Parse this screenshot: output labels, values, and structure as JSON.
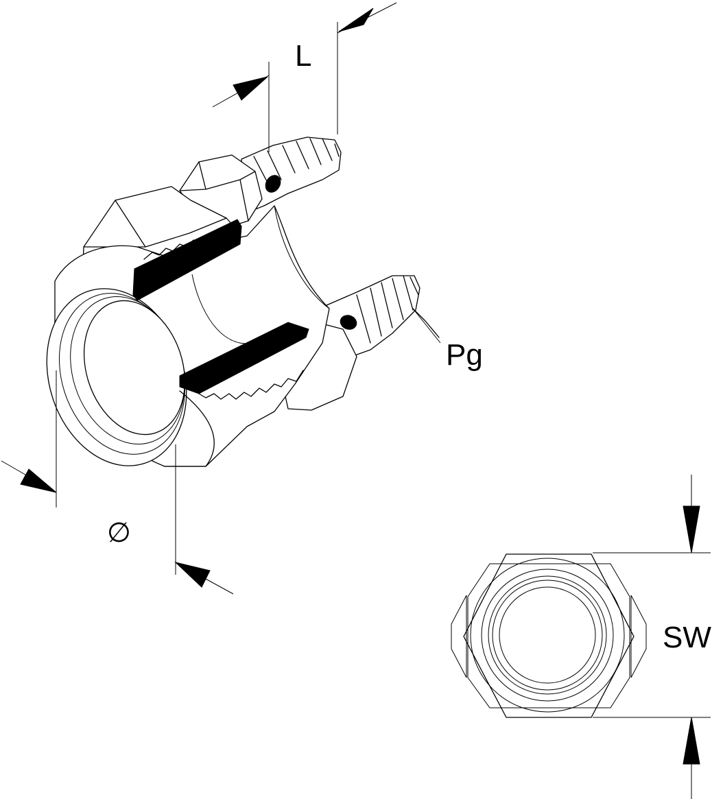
{
  "labels": {
    "length": "L",
    "thread": "Pg",
    "diameter": "∅",
    "wrench_size": "SW"
  }
}
